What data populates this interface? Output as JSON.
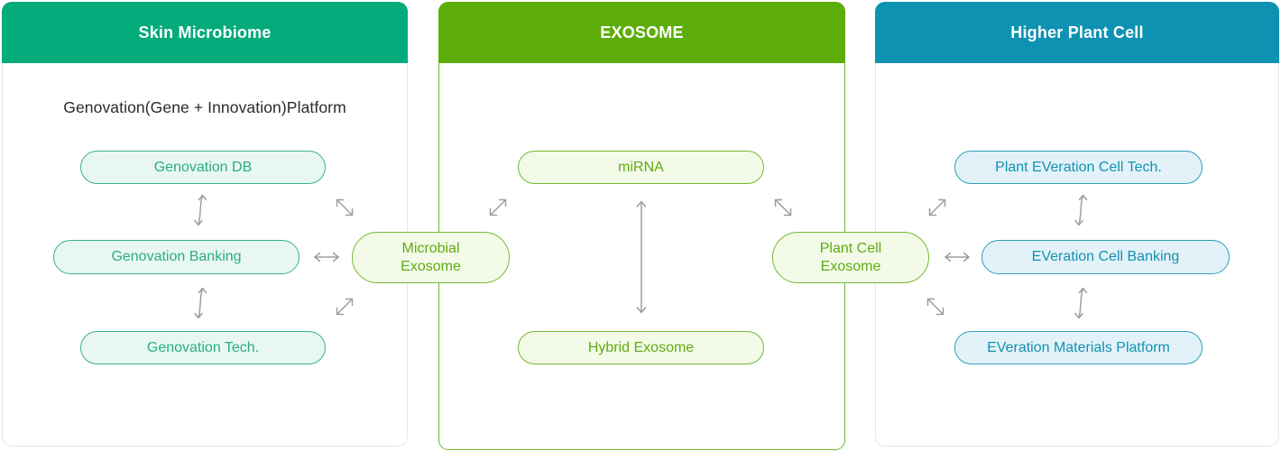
{
  "diagram": {
    "panels": [
      {
        "header": "Skin Microbiome",
        "header_color": "#04AB7B",
        "platform_title": "Genovation(Gene + Innovation)Platform",
        "nodes": [
          "Genovation DB",
          "Genovation Banking",
          "Genovation Tech."
        ]
      },
      {
        "header": "EXOSOME",
        "header_color": "#5CAD08",
        "nodes": [
          "miRNA",
          "Hybrid Exosome"
        ]
      },
      {
        "header": "Higher Plant Cell",
        "header_color": "#0E92B1",
        "nodes": [
          "Plant EVeration Cell Tech.",
          "EVeration Cell Banking",
          "EVeration Materials Platform"
        ]
      }
    ],
    "bridge_nodes": [
      {
        "line1": "Microbial",
        "line2": "Exosome"
      },
      {
        "line1": "Plant Cell",
        "line2": "Exosome"
      }
    ],
    "colors": {
      "mint_fill": "#E9F7F1",
      "mint_border": "#39B288",
      "mint_text": "#29AE7F",
      "lime_fill": "#F3FAE8",
      "lime_border": "#72BA30",
      "lime_text": "#5FAC12",
      "blue_fill": "#E3F2F8",
      "blue_border": "#2E9EBC",
      "blue_text": "#1292B1",
      "arrow": "#9E9E9E",
      "card_border": "#E4E4E4",
      "card_border_green": "#6FB82F"
    }
  }
}
